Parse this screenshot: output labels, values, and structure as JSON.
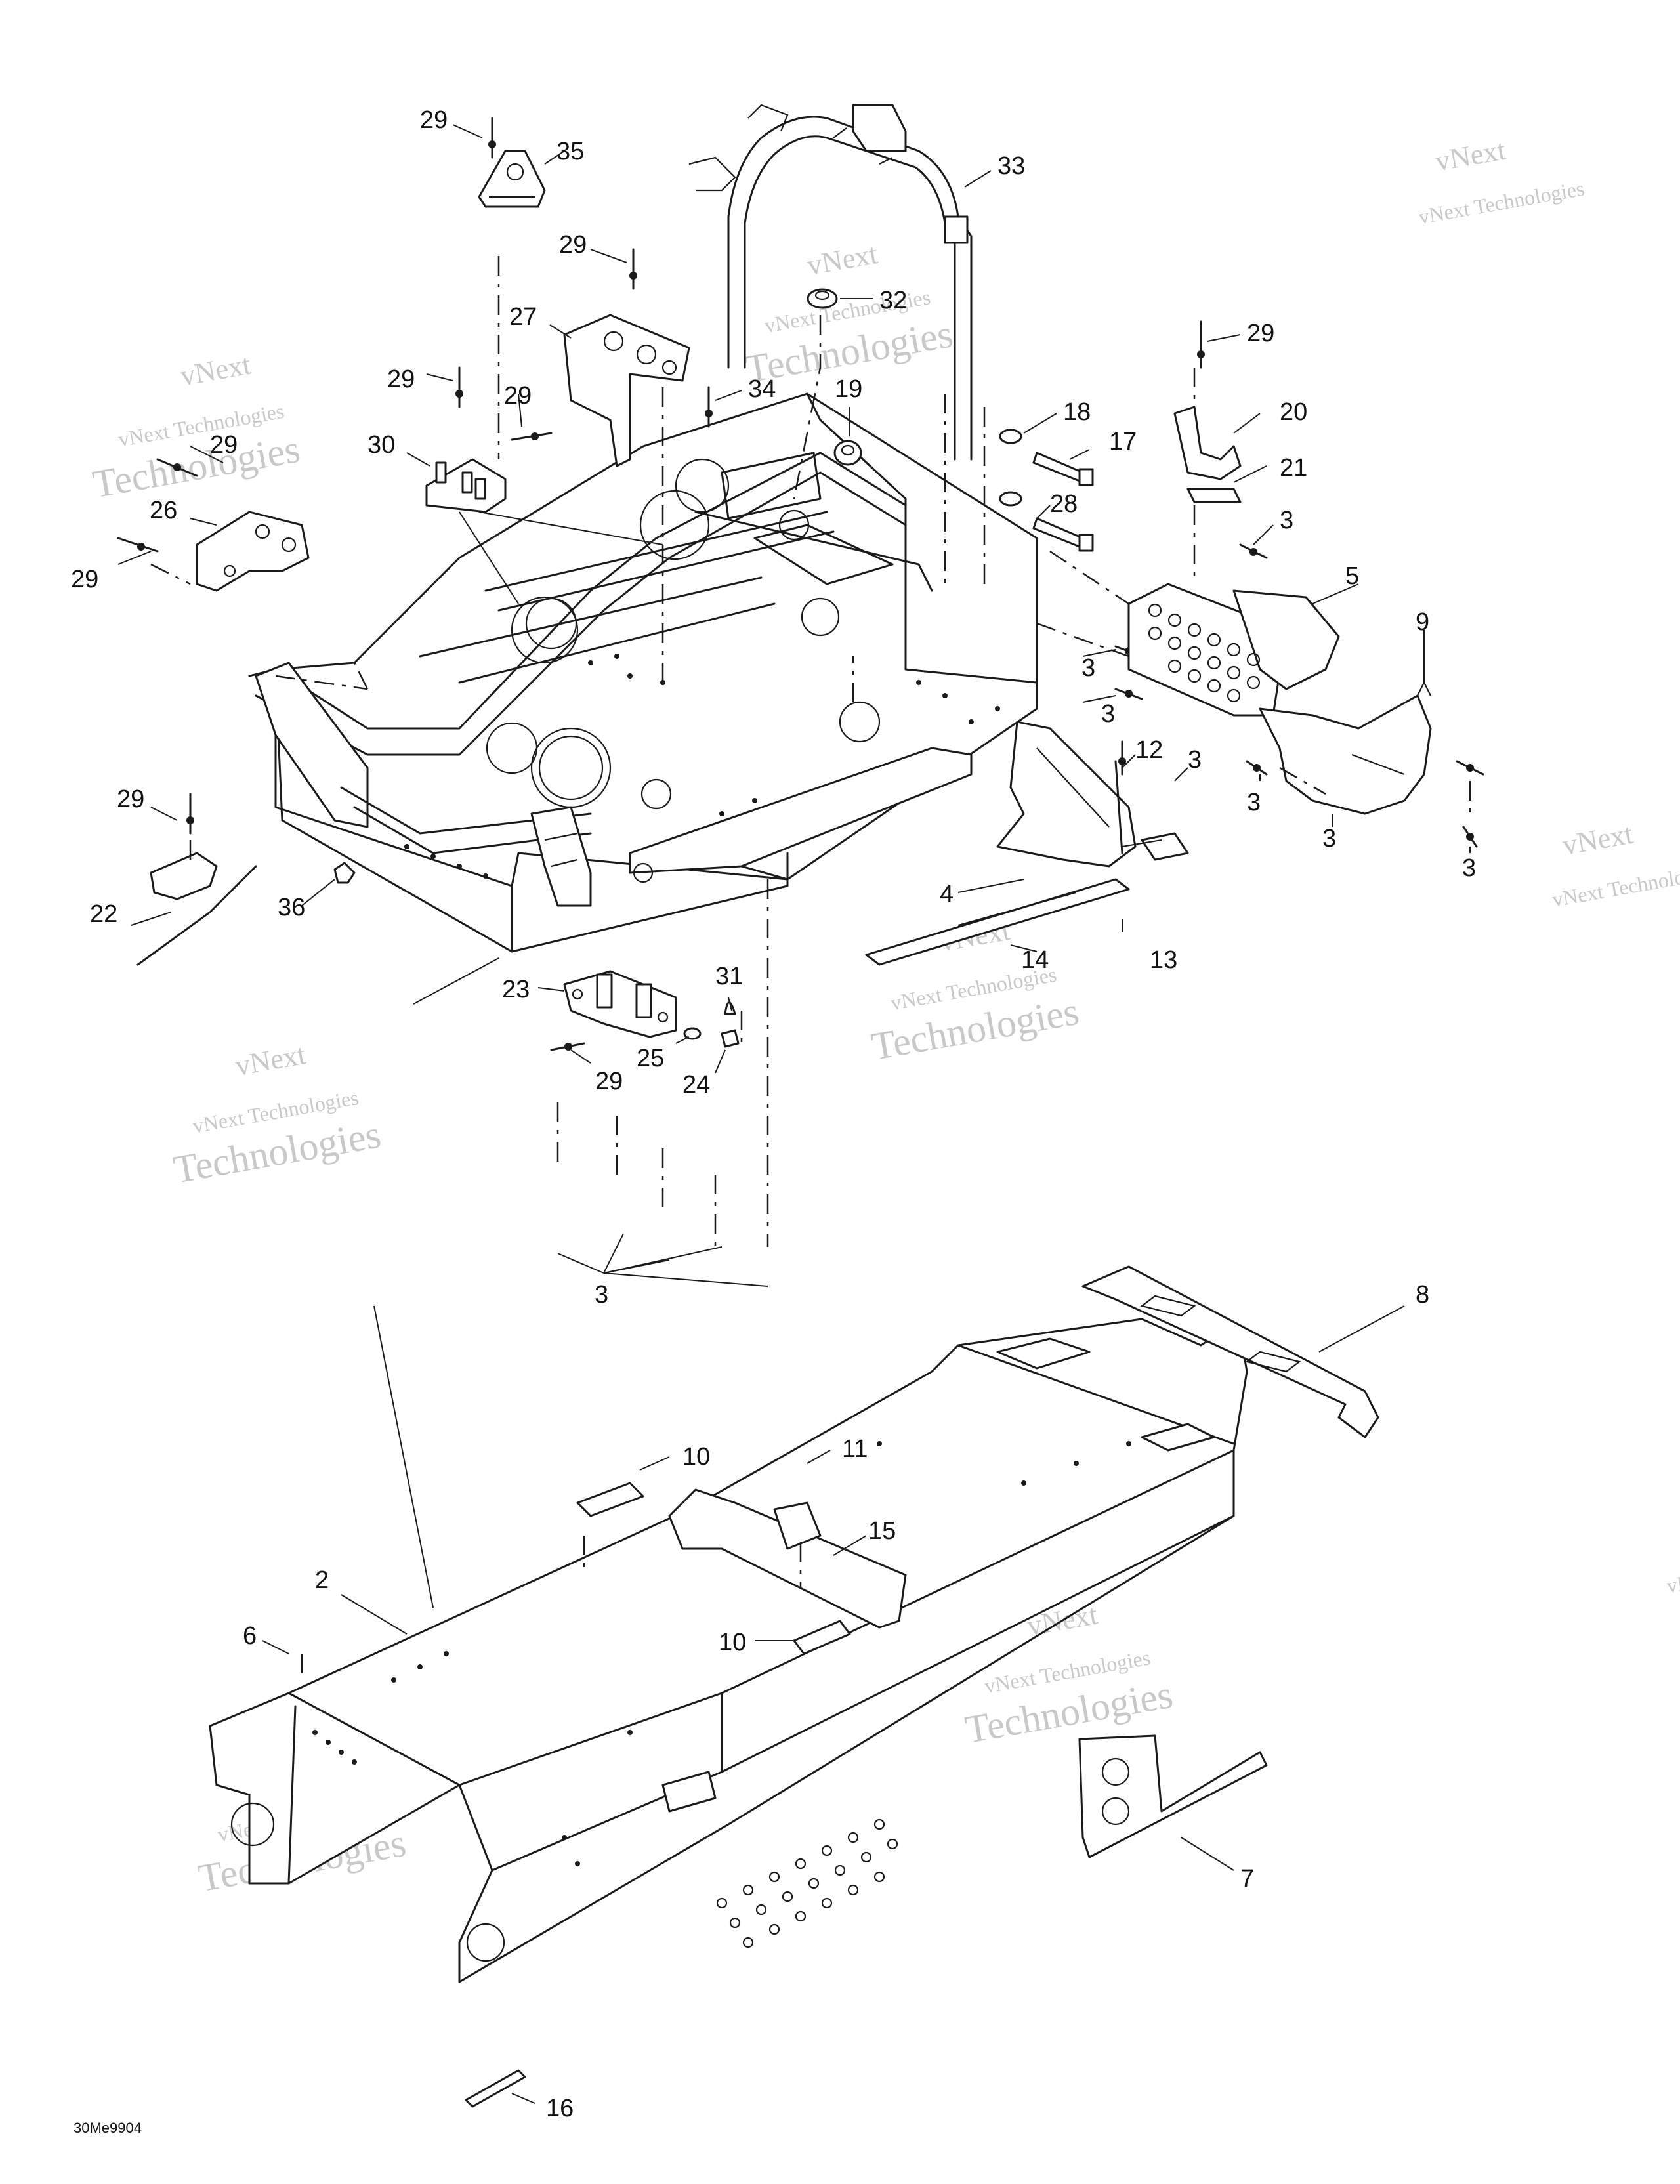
{
  "diagram": {
    "code": "30Me9904",
    "watermark": {
      "line1": "vNext Technologies",
      "line2": "vNext",
      "line3": "Technologies"
    },
    "callouts": [
      {
        "id": "c29a",
        "label": "29"
      },
      {
        "id": "c35",
        "label": "35"
      },
      {
        "id": "c33",
        "label": "33"
      },
      {
        "id": "c29b",
        "label": "29"
      },
      {
        "id": "c27",
        "label": "27"
      },
      {
        "id": "c32",
        "label": "32"
      },
      {
        "id": "c29c",
        "label": "29"
      },
      {
        "id": "c29d",
        "label": "29"
      },
      {
        "id": "c34",
        "label": "34"
      },
      {
        "id": "c19",
        "label": "19"
      },
      {
        "id": "c18",
        "label": "18"
      },
      {
        "id": "c20",
        "label": "20"
      },
      {
        "id": "c30",
        "label": "30"
      },
      {
        "id": "c17",
        "label": "17"
      },
      {
        "id": "c21",
        "label": "21"
      },
      {
        "id": "c29e",
        "label": "29"
      },
      {
        "id": "c29f",
        "label": "29"
      },
      {
        "id": "c28",
        "label": "28"
      },
      {
        "id": "c3a",
        "label": "3"
      },
      {
        "id": "c26",
        "label": "26"
      },
      {
        "id": "c5",
        "label": "5"
      },
      {
        "id": "c29g",
        "label": "29"
      },
      {
        "id": "c9",
        "label": "9"
      },
      {
        "id": "c3b",
        "label": "3"
      },
      {
        "id": "c3c",
        "label": "3"
      },
      {
        "id": "c12",
        "label": "12"
      },
      {
        "id": "c3d",
        "label": "3"
      },
      {
        "id": "c3e",
        "label": "3"
      },
      {
        "id": "c3f",
        "label": "3"
      },
      {
        "id": "c3g",
        "label": "3"
      },
      {
        "id": "c29h",
        "label": "29"
      },
      {
        "id": "c4",
        "label": "4"
      },
      {
        "id": "c22",
        "label": "22"
      },
      {
        "id": "c36",
        "label": "36"
      },
      {
        "id": "c13",
        "label": "13"
      },
      {
        "id": "c14",
        "label": "14"
      },
      {
        "id": "c31",
        "label": "31"
      },
      {
        "id": "c23",
        "label": "23"
      },
      {
        "id": "c25",
        "label": "25"
      },
      {
        "id": "c29i",
        "label": "29"
      },
      {
        "id": "c24",
        "label": "24"
      },
      {
        "id": "c3h",
        "label": "3"
      },
      {
        "id": "c8",
        "label": "8"
      },
      {
        "id": "c11",
        "label": "11"
      },
      {
        "id": "c10a",
        "label": "10"
      },
      {
        "id": "c15",
        "label": "15"
      },
      {
        "id": "c2",
        "label": "2"
      },
      {
        "id": "c6",
        "label": "6"
      },
      {
        "id": "c10b",
        "label": "10"
      },
      {
        "id": "c7",
        "label": "7"
      },
      {
        "id": "c16",
        "label": "16"
      }
    ]
  }
}
